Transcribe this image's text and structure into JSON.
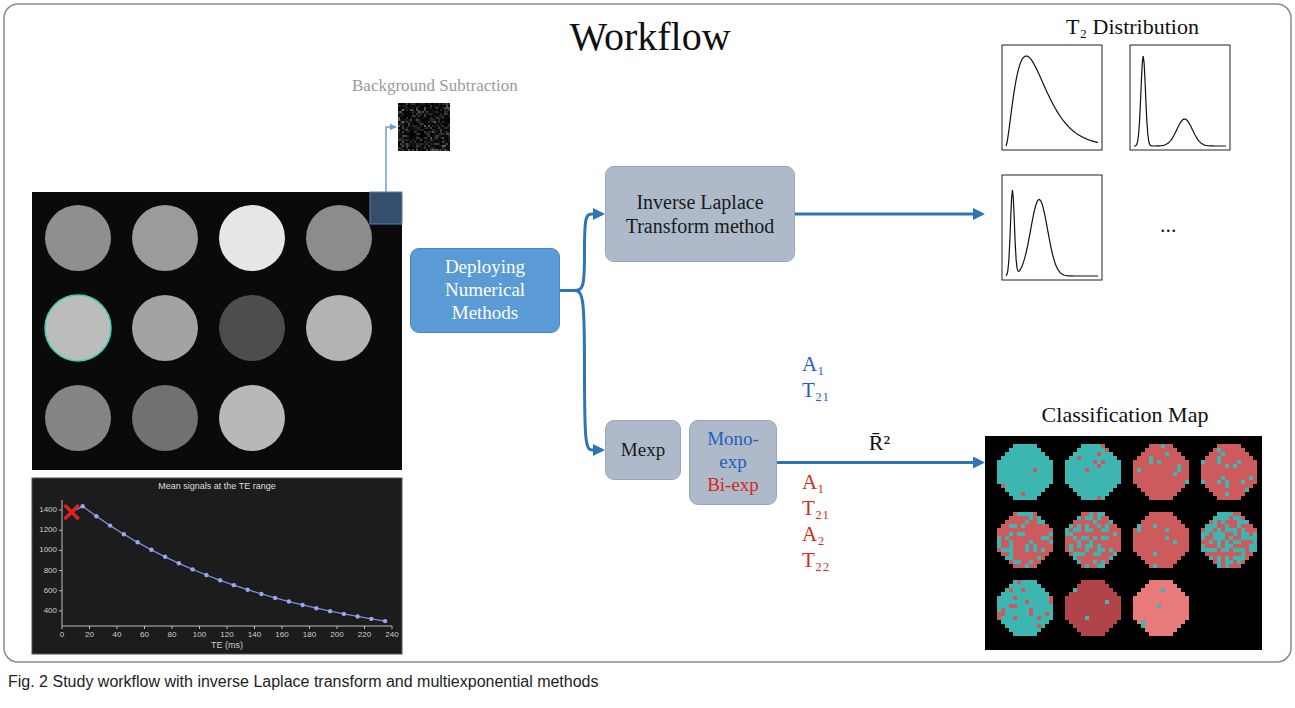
{
  "diagram": {
    "title": "Workflow",
    "caption": "Fig. 2 Study workflow with inverse Laplace transform and multiexponential methods",
    "nodes": [
      {
        "text": [
          "Deploying Numerical Methods"
        ]
      },
      {
        "text": [
          "Inverse Laplace Transform method"
        ]
      },
      {
        "text": [
          "T₂ Distribution"
        ]
      },
      {
        "text": [
          "Mexp"
        ]
      },
      {
        "text": [
          "Mono-exp",
          "Bi-exp"
        ]
      },
      {
        "text": [
          "Classification Map"
        ]
      }
    ],
    "edges": [
      {
        "from": 0,
        "to": 1,
        "arrow": "to"
      },
      {
        "from": 0,
        "to": 3,
        "arrow": "to"
      },
      {
        "from": 1,
        "to": 2,
        "arrow": "to"
      },
      {
        "from": 4,
        "to": 5,
        "arrow": "to",
        "label": "R̄²"
      }
    ],
    "labels": [
      "Background Subtraction",
      "A₁",
      "T₂₁",
      "A₁",
      "T₂₁",
      "A₂",
      "T₂₂",
      "...",
      "Mean signals at the TE range",
      "400",
      "600",
      "800",
      "1000",
      "1200",
      "1400",
      "0",
      "20",
      "40",
      "60",
      "80",
      "100",
      "120",
      "140",
      "160",
      "180",
      "200",
      "220",
      "240",
      "TE (ms)"
    ]
  }
}
